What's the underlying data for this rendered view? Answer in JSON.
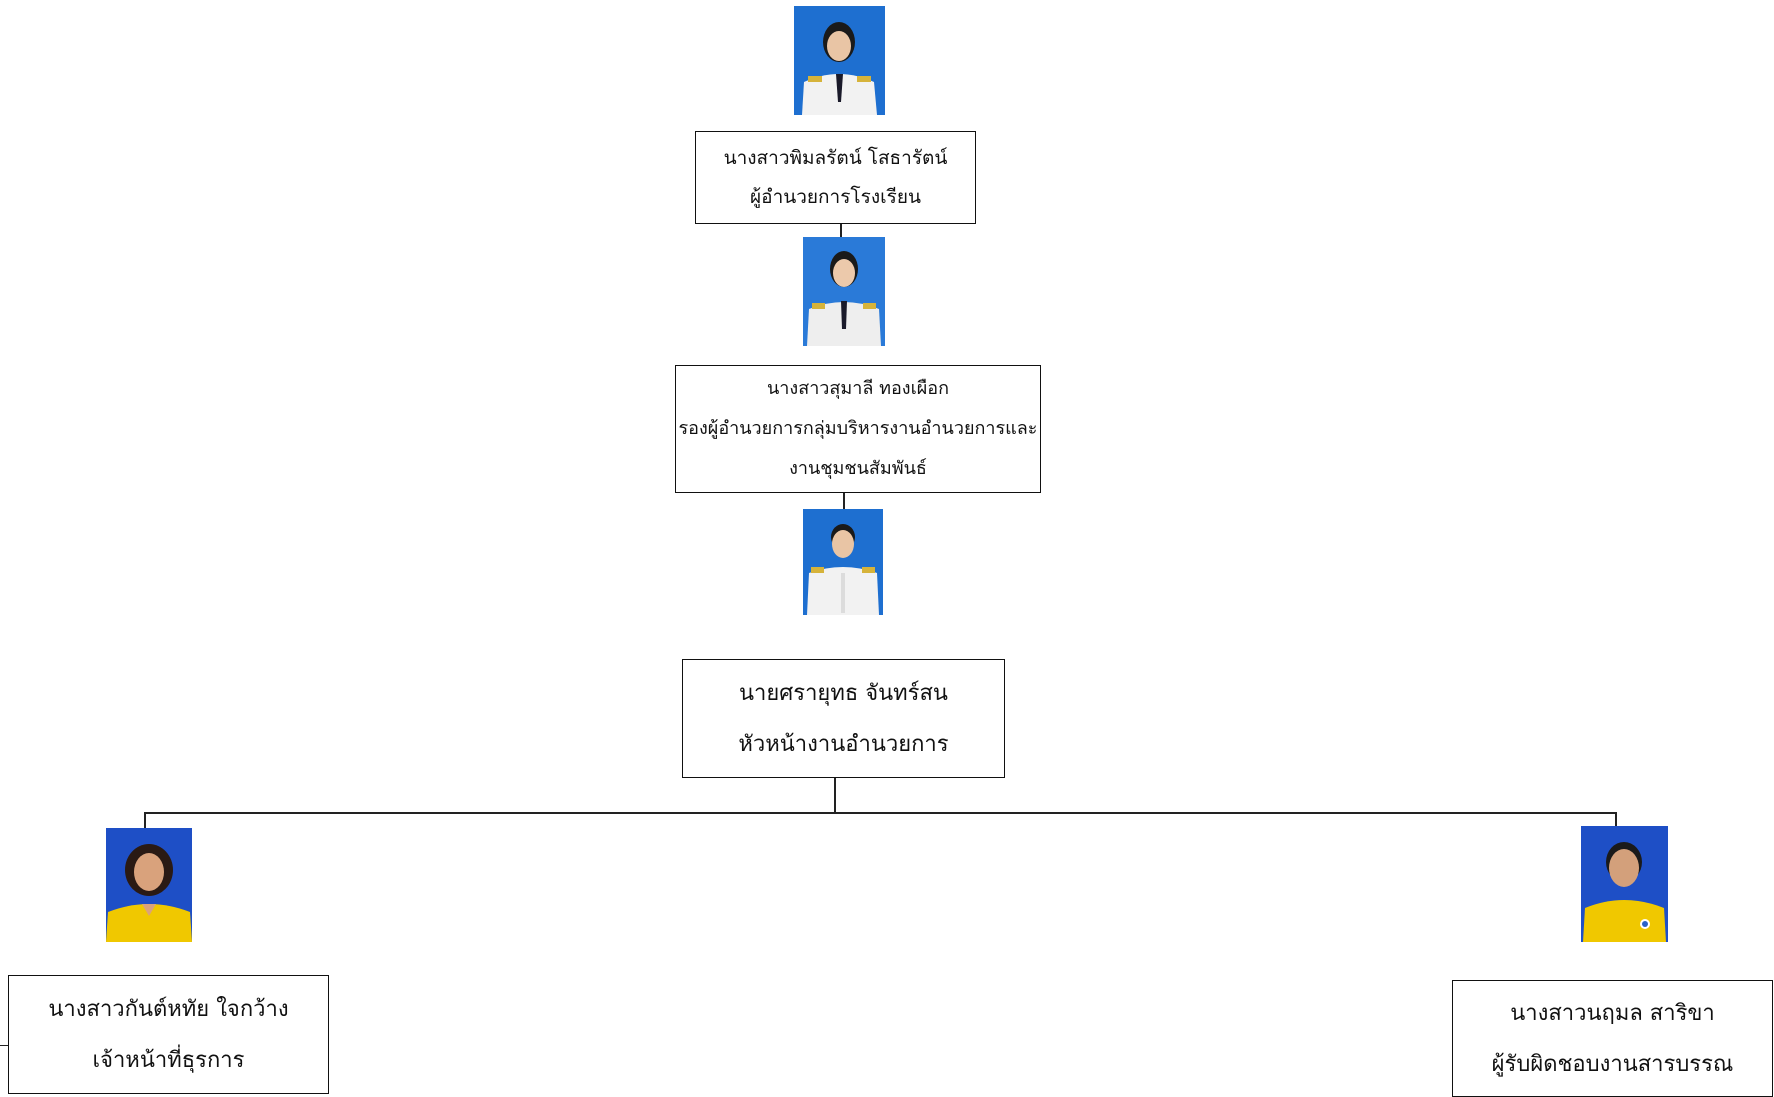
{
  "nodes": {
    "director": {
      "name": "นางสาวพิมลรัตน์ โสธารัตน์",
      "role": "ผู้อำนวยการโรงเรียน"
    },
    "deputy": {
      "name": "นางสาวสุมาลี ทองเผือก",
      "role_line1": "รองผู้อำนวยการกลุ่มบริหารงานอำนวยการและ",
      "role_line2": "งานชุมชนสัมพันธ์"
    },
    "head": {
      "name": "นายศรายุทธ จันทร์สน",
      "role": "หัวหน้างานอำนวยการ"
    },
    "staff_left": {
      "name": "นางสาวกันต์หทัย ใจกว้าง",
      "role": "เจ้าหน้าที่ธุรการ"
    },
    "staff_right": {
      "name": "นางสาวนฤมล สาริขา",
      "role": "ผู้รับผิดชอบงานสารบรรณ"
    }
  },
  "colors": {
    "photo_bg_blue": "#1e6fd0",
    "uniform_white": "#f2f2f2",
    "shirt_yellow": "#f0c800",
    "border": "#111111"
  }
}
